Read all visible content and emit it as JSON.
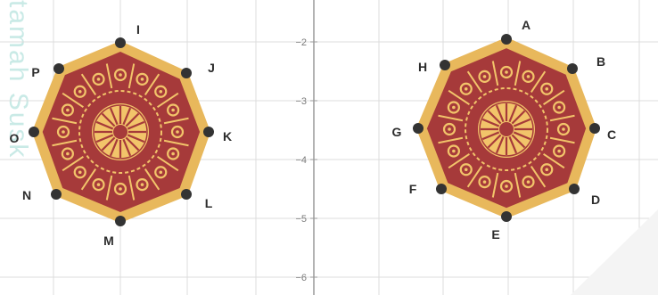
{
  "watermark": "tamah Susk",
  "axis": {
    "ticks": [
      "−2",
      "−3",
      "−4",
      "−5",
      "−6"
    ]
  },
  "colors": {
    "grid": "#dcdcdc",
    "axis": "#9a9a9a",
    "tile_border": "#e8b85c",
    "tile_fill": "#a63a3a",
    "tile_pattern": "#f2c46a",
    "vertex": "#333333"
  },
  "shapes": [
    {
      "name": "left-octagon",
      "vertices": [
        "I",
        "J",
        "K",
        "L",
        "M",
        "N",
        "O",
        "P"
      ]
    },
    {
      "name": "right-octagon",
      "vertices": [
        "A",
        "B",
        "C",
        "D",
        "E",
        "F",
        "G",
        "H"
      ]
    }
  ]
}
